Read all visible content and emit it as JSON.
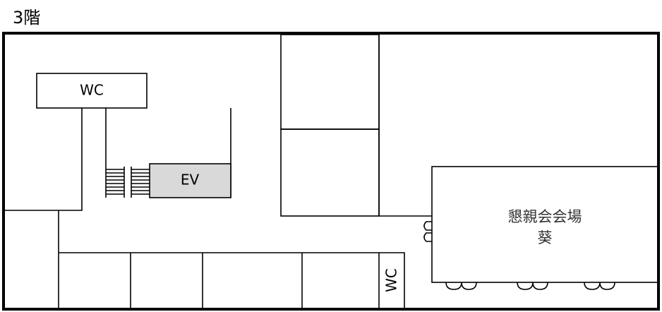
{
  "floor": {
    "label": "3階"
  },
  "rooms": {
    "wc_main": "WC",
    "elevator": "EV",
    "wc_small": "WC",
    "banquet_line1": "懇親会会場",
    "banquet_line2": "葵"
  },
  "colors": {
    "wall": "#000000",
    "elevator_fill": "#d9d9d9",
    "background": "#ffffff"
  }
}
